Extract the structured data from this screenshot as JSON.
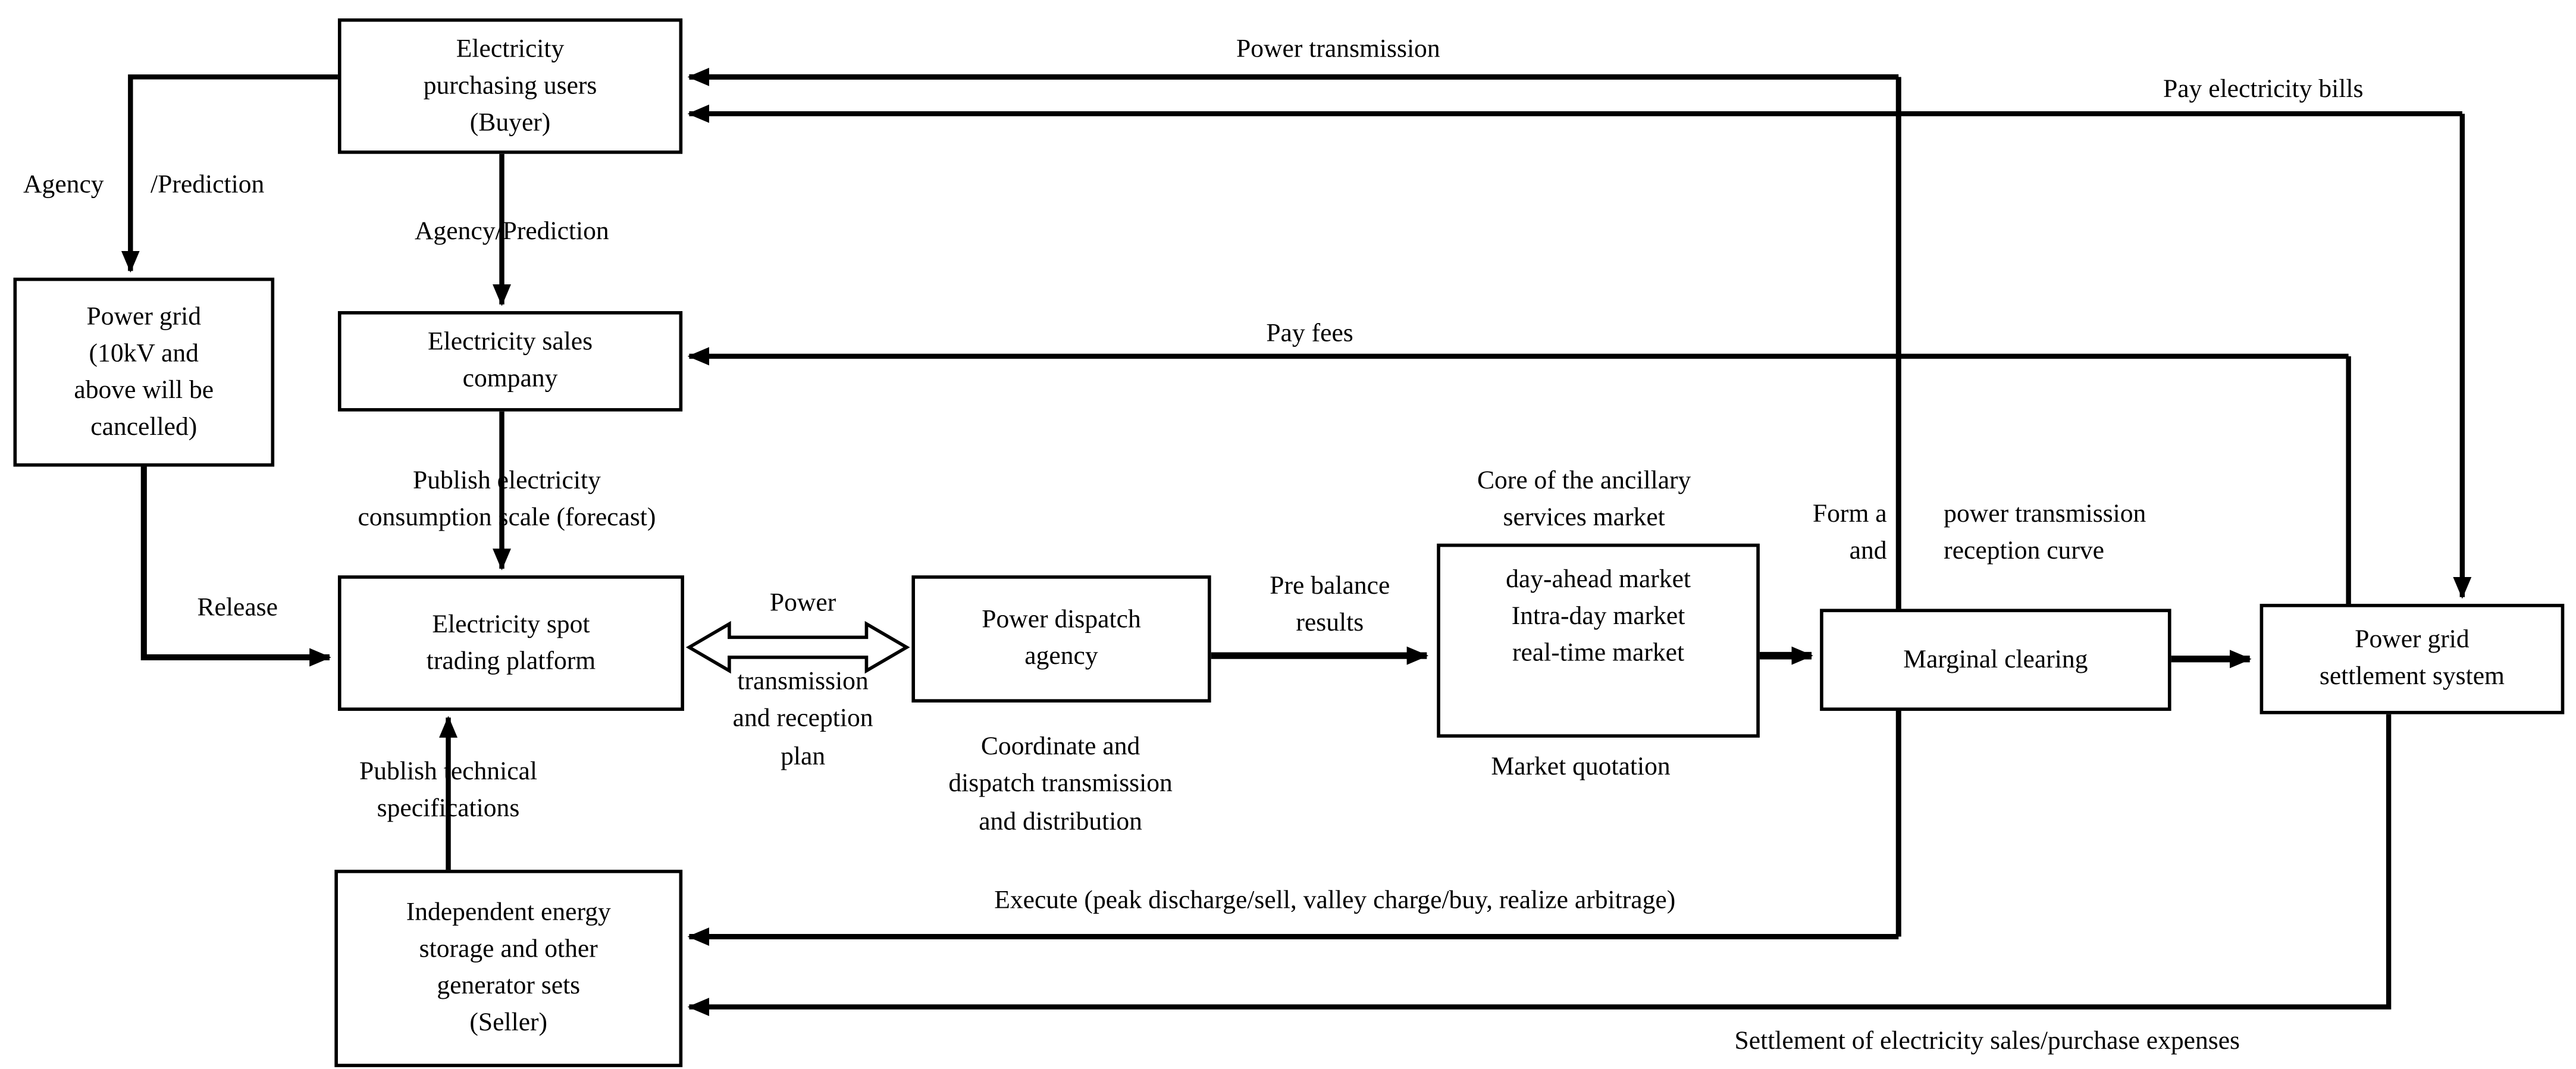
{
  "diagram": {
    "type": "flowchart",
    "topic": "Electricity spot market trading process",
    "colors": {
      "line": "#000000",
      "text": "#000000",
      "box_fill": "#ffffff",
      "background": "#ffffff"
    }
  },
  "boxes": {
    "buyer": {
      "label": "Electricity\npurchasing users\n(Buyer)"
    },
    "power_grid": {
      "label": "Power grid\n(10kV and\nabove will be\ncancelled)"
    },
    "sales": {
      "label": "Electricity sales\ncompany"
    },
    "spot": {
      "label": "Electricity spot\ntrading platform"
    },
    "dispatch": {
      "label": "Power dispatch\nagency"
    },
    "market": {
      "label": "day-ahead market\nIntra-day market\nreal-time market"
    },
    "marginal": {
      "label": "Marginal clearing"
    },
    "settlement": {
      "label": "Power grid\nsettlement system"
    },
    "seller": {
      "label": "Independent energy\nstorage and other\ngenerator sets\n(Seller)"
    }
  },
  "labels": {
    "power_transmission": "Power transmission",
    "pay_bills": "Pay electricity bills",
    "agency_left": "Agency",
    "prediction_left": "/Prediction",
    "agency_prediction": "Agency/Prediction",
    "pay_fees": "Pay fees",
    "publish_consumption": "Publish electricity\nconsumption scale (forecast)",
    "release": "Release",
    "power_plan_top": "Power",
    "power_plan_bottom": "transmission\nand reception\nplan",
    "coordinate": "Coordinate and\ndispatch transmission\nand distribution",
    "pre_balance": "Pre balance\nresults",
    "core": "Core of the ancillary\nservices market",
    "market_quotation": "Market quotation",
    "form_a": "Form a\nand",
    "curve": "power transmission\nreception curve",
    "execute": "Execute (peak discharge/sell, valley charge/buy, realize arbitrage)",
    "settlement_expenses": "Settlement of electricity sales/purchase expenses",
    "publish_specs": "Publish technical\nspecifications"
  },
  "edges": [
    {
      "from": "power-transmission-network",
      "to": "buyer",
      "label": "Power transmission"
    },
    {
      "from": "settlement",
      "to": "buyer",
      "label": "Pay electricity bills"
    },
    {
      "from": "buyer",
      "to": "power_grid",
      "label": "Agency /Prediction"
    },
    {
      "from": "buyer",
      "to": "sales",
      "label": "Agency/Prediction"
    },
    {
      "from": "settlement",
      "to": "sales",
      "label": "Pay fees"
    },
    {
      "from": "sales",
      "to": "spot",
      "label": "Publish electricity consumption scale (forecast)"
    },
    {
      "from": "power_grid",
      "to": "spot",
      "label": "Release"
    },
    {
      "from": "spot",
      "to": "dispatch",
      "label": "Power transmission and reception plan",
      "style": "hollow-double-arrow"
    },
    {
      "from": "dispatch",
      "to": "market",
      "label": "Pre balance results"
    },
    {
      "from": "market",
      "to": "marginal",
      "label": "Market quotation"
    },
    {
      "from": "marginal",
      "to": "settlement",
      "label": "Form a power transmission and reception curve"
    },
    {
      "from": "marginal",
      "to": "seller",
      "label": "Execute (peak discharge/sell, valley charge/buy, realize arbitrage)"
    },
    {
      "from": "settlement",
      "to": "seller",
      "label": "Settlement of electricity sales/purchase expenses"
    },
    {
      "from": "seller",
      "to": "spot",
      "label": "Publish technical specifications"
    }
  ]
}
